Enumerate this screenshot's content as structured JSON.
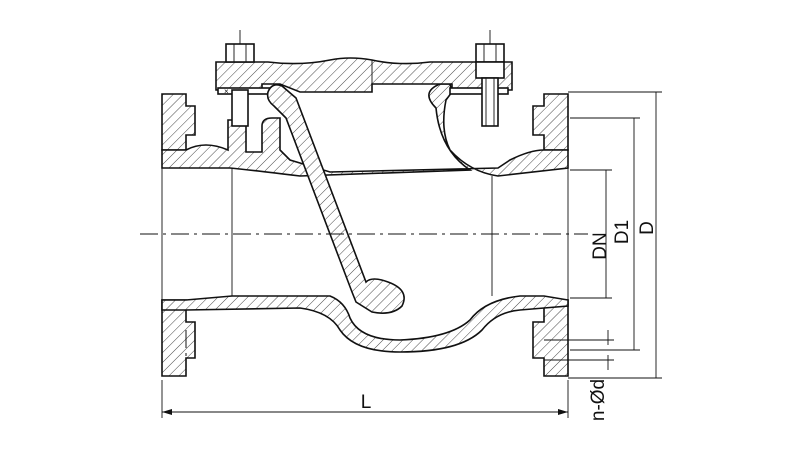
{
  "drawing": {
    "labels": {
      "dn": "DN",
      "d1": "D1",
      "d": "D",
      "length": "L",
      "bolts": "n-Ød"
    }
  }
}
